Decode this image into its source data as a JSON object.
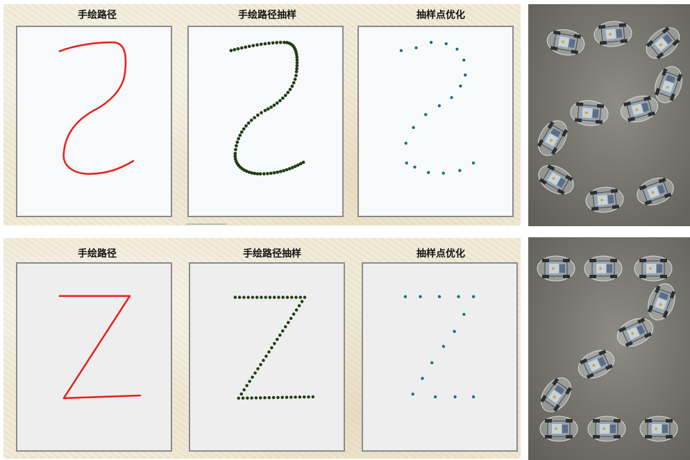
{
  "rows": [
    {
      "titles": [
        "手绘路径",
        "手绘路径抽样",
        "抽样点优化"
      ],
      "shape": "S"
    },
    {
      "titles": [
        "手绘路径",
        "手绘路径抽样",
        "抽样点优化"
      ],
      "shape": "Z"
    }
  ],
  "colors": {
    "hand_drawn_path": "#e8201c",
    "sample_points": "#1f3d12",
    "optimized_points": "#13707c"
  }
}
